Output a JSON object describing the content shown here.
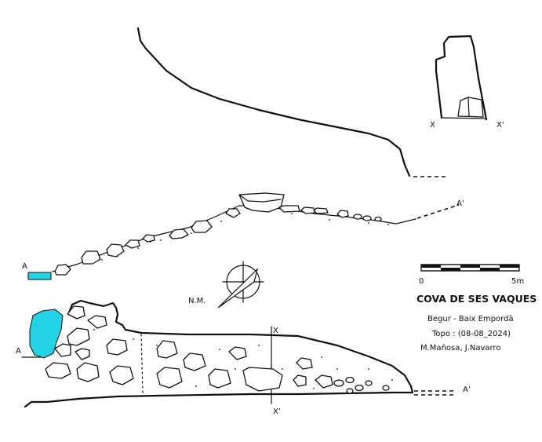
{
  "title": "COVA DE SES VAQUES",
  "location": "Begur - Baix Empordà",
  "survey_date": "Topo : (08-08_2024)",
  "authors": "M.Mañosa, J.Navarro",
  "scale": {
    "start_label": "0",
    "end_label": "5m"
  },
  "north_label": "N.M.",
  "section_labels": {
    "a": "A",
    "a_prime": "A'",
    "x": "X",
    "x_prime": "X'"
  },
  "colors": {
    "water": "#22d3e6",
    "ink": "#111111"
  }
}
